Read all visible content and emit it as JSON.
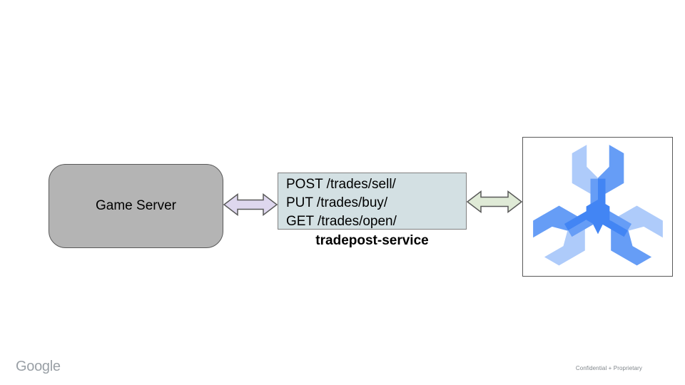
{
  "slide": {
    "background": "#ffffff",
    "nodes": {
      "game_server": {
        "label": "Game Server",
        "fill": "#b4b4b4",
        "border": "#595959"
      },
      "service_api": {
        "lines": [
          "POST /trades/sell/",
          "PUT /trades/buy/",
          "GET /trades/open/"
        ],
        "caption": "tradepost-service",
        "fill": "#d3e0e3",
        "border": "#808080"
      },
      "spanner_node": {
        "icon": "cloud-spanner-icon",
        "fill": "#ffffff",
        "border": "#595959",
        "colors": {
          "light": "#aecbfa",
          "medium": "#669df6",
          "dark": "#4285f4"
        }
      }
    },
    "connectors": {
      "left_arrow": {
        "type": "double-arrow",
        "fill": "#ded7ee",
        "stroke": "#595959"
      },
      "right_arrow": {
        "type": "double-arrow",
        "fill": "#dfead6",
        "stroke": "#595959"
      }
    },
    "footer": {
      "brand": "Google",
      "brand_color": "#9aa0a6",
      "confidential": "Confidential + Proprietary",
      "confidential_color": "#80868b"
    }
  }
}
